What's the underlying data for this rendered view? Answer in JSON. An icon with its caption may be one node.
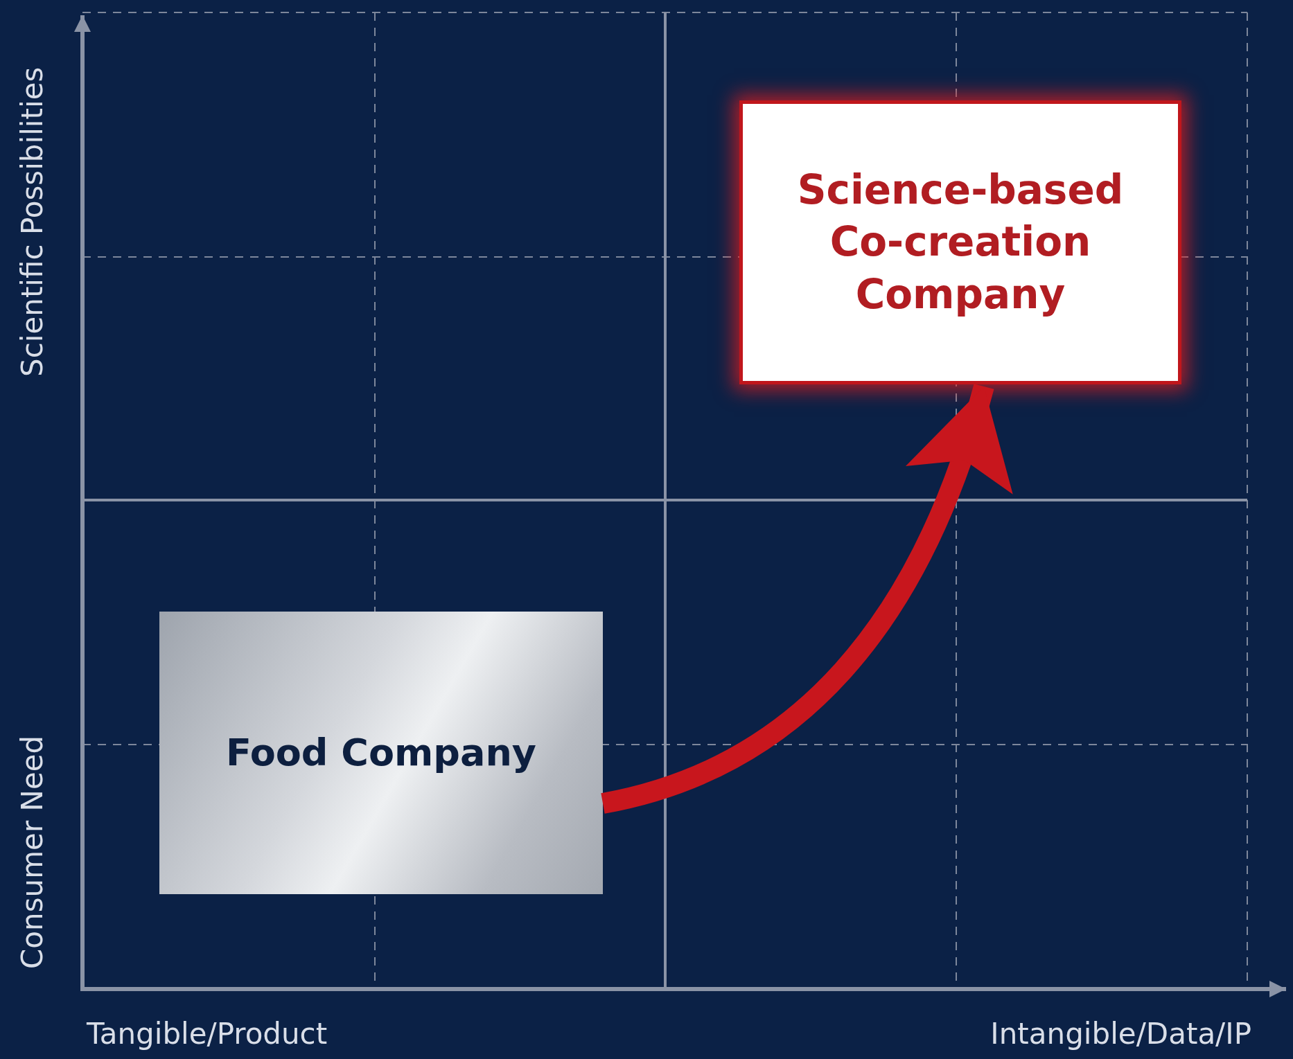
{
  "diagram": {
    "nodes": [
      {
        "text": [
          "Food Company"
        ]
      },
      {
        "text": [
          "Science-based Co-creation Company"
        ]
      }
    ],
    "edges": [
      {
        "from": 0,
        "to": 1,
        "arrow": "to"
      }
    ],
    "labels": [
      "Scientific Possibilities",
      "Consumer Need",
      "Tangible/Product",
      "Intangible/Data/IP"
    ]
  }
}
